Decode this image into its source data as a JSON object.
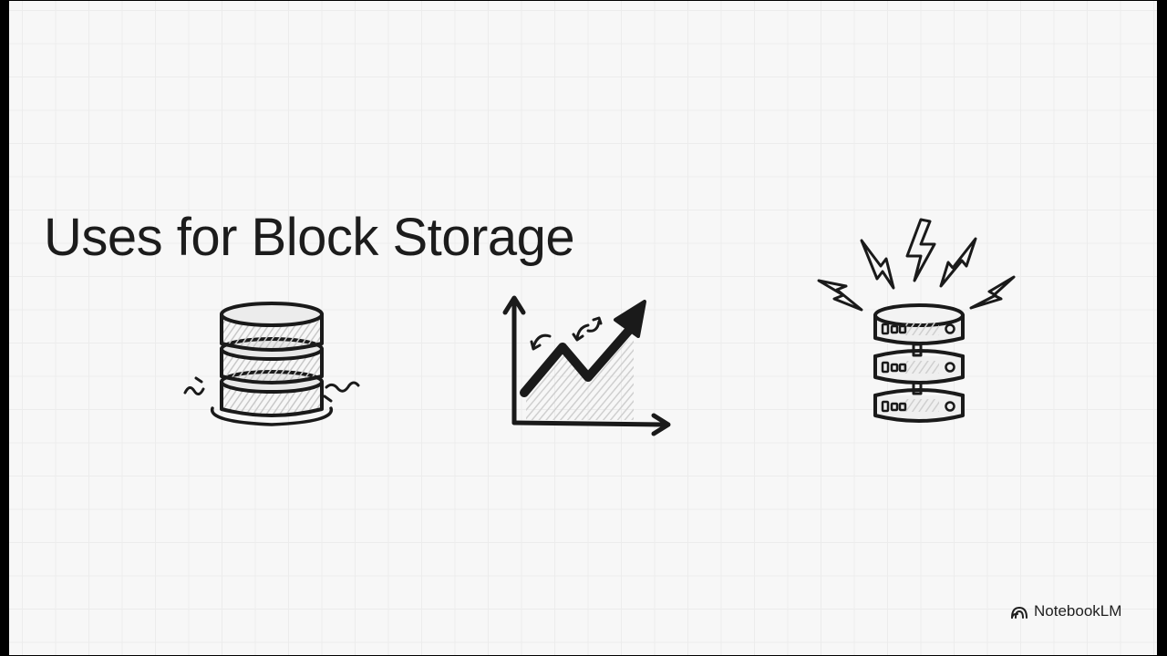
{
  "slide": {
    "title": "Uses for Block Storage",
    "background_color": "#f7f7f7",
    "grid_color": "#ececec",
    "border_color": "#000000"
  },
  "illustrations": [
    {
      "id": "database",
      "icon": "stacked-database-icon",
      "description": "stacked database disks with vibration marks"
    },
    {
      "id": "growth-chart",
      "icon": "growth-chart-icon",
      "description": "line chart with upward arrow and rotation arrows"
    },
    {
      "id": "server",
      "icon": "server-rack-lightning-icon",
      "description": "server stack with lightning bolts"
    }
  ],
  "watermark": {
    "label": "NotebookLM",
    "icon": "notebooklm-logo-icon"
  }
}
